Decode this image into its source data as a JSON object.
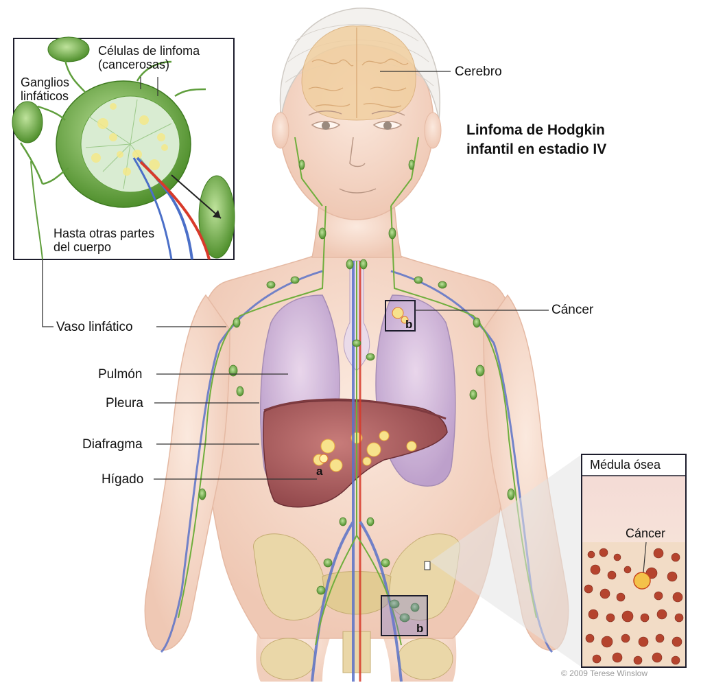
{
  "title": {
    "line1": "Linfoma de Hodgkin",
    "line2": "infantil en estadio IV"
  },
  "inset_lymph": {
    "cells_line1": "Células de linfoma",
    "cells_line2": "(cancerosas)",
    "nodes_line1": "Ganglios",
    "nodes_line2": "linfáticos",
    "spread_line1": "Hasta otras partes",
    "spread_line2": "del cuerpo"
  },
  "labels": {
    "brain": "Cerebro",
    "cancer": "Cáncer",
    "lymph_vessel": "Vaso linfático",
    "lung": "Pulmón",
    "pleura": "Pleura",
    "diaphragm": "Diafragma",
    "liver": "Hígado"
  },
  "markers": {
    "a": "a",
    "b_chest": "b",
    "b_pelvis": "b"
  },
  "inset_marrow": {
    "title": "Médula ósea",
    "cancer": "Cáncer"
  },
  "copyright": "© 2009 Terese Winslow",
  "colors": {
    "skin": "#f4dccd",
    "lymph_green": "#6fae3c",
    "lung": "#d7bfe0",
    "liver": "#a8585a",
    "bone": "#e9d6a8",
    "vein_blue": "#5a72c8",
    "artery_red": "#d83a2a"
  }
}
